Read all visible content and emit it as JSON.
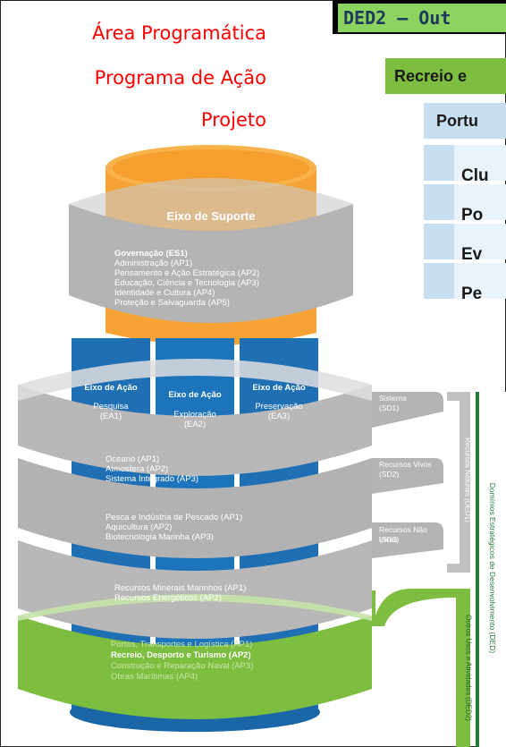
{
  "legend": {
    "area": "Área Programática",
    "programa": "Programa de Ação",
    "projeto": "Projeto"
  },
  "ded": {
    "title": "DED2 – Out",
    "subtitle": "Recreio e",
    "group": "Portu",
    "items": [
      "Clu",
      "Po",
      "Ev",
      "Pe"
    ]
  },
  "support": {
    "title": "Eixo de Suporte",
    "governance": "Governação (ES1)",
    "programs": [
      "Administração (AP1)",
      "Pensamento e Ação Estratégica (AP2)",
      "Educação, Ciência e Tecnologia (AP3)",
      "Identidade e Cultura (AP4)",
      "Proteção e Salvaguarda (AP5)"
    ]
  },
  "axes": [
    {
      "title": "Eixo de Ação",
      "name": "Pesquisa",
      "code": "(EA1)"
    },
    {
      "title": "Eixo de Ação",
      "name": "Exploração",
      "code": "(EA2)"
    },
    {
      "title": "Eixo de Ação",
      "name": "Preservação",
      "code": "(EA3)"
    }
  ],
  "bands": {
    "sistema": [
      "Oceano (AP1)",
      "Atmosfera (AP2)",
      "Sistema Integrado (AP3)"
    ],
    "vivos": [
      "Pesca e Indústria de Pescado (AP1)",
      "Aquicultura (AP2)",
      "Biotecnologia Marinha (AP3)"
    ],
    "nao_vivos": [
      "Recursos Minerais Marinhos (AP1)",
      "Recursos Energéticos (AP2)"
    ],
    "outros": [
      "Portos, Transportes e Logística (AP1)",
      "Recreio, Desporto e Turismo (AP2)",
      "Construção e Reparação Naval (AP3)",
      "Obras Marítimas (AP4)"
    ]
  },
  "labels": {
    "sd1": [
      "Sistema",
      "(SD1)"
    ],
    "sd2": [
      "Recursos Vivos",
      "(SD2)"
    ],
    "sd3": [
      "Recursos Não Vivos",
      "(SD3)"
    ],
    "ded1": "Recursos Naturais (DED1)",
    "ded2": "Outros Usos e Atividades (DED2)",
    "domains": "Domínios Estratégicos de Desenvolvimento (DED)"
  },
  "colors": {
    "orange": "#f7a234",
    "grey": "#b4b4b4",
    "blue": "#1f6fb4",
    "green": "#7dbd3f",
    "dark_green": "#267a3a",
    "legend_red": "#ff0000"
  }
}
